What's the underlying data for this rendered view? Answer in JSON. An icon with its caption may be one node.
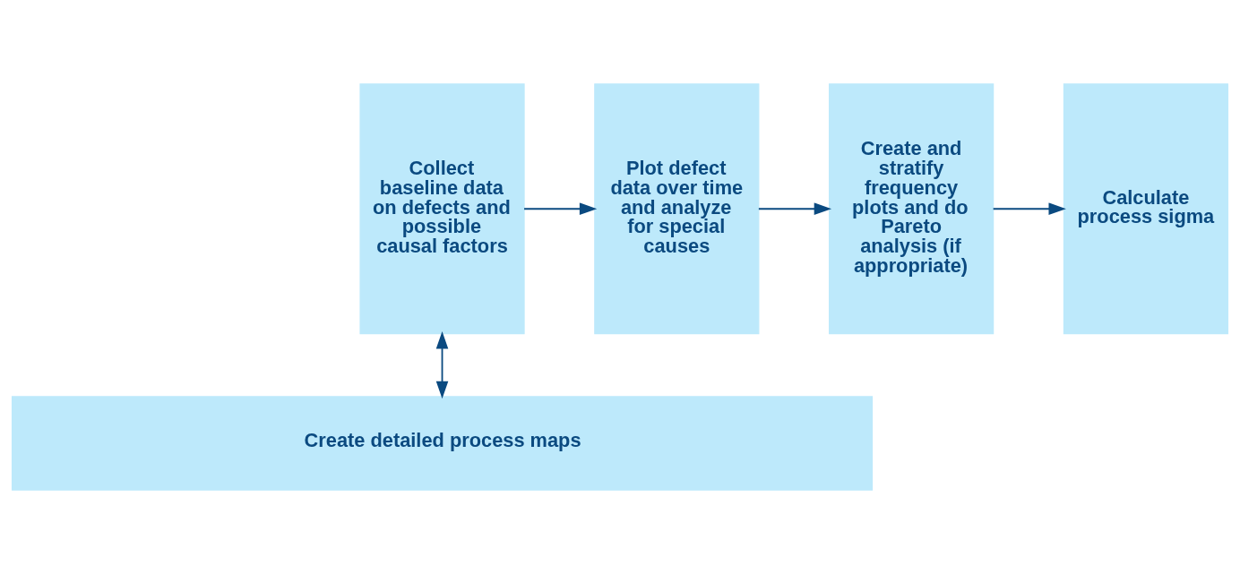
{
  "diagram": {
    "nodes": [
      {
        "text": [
          "Collect baseline data on defects and possible causal factors"
        ]
      },
      {
        "text": [
          "Plot defect data over time and analyze for special causes"
        ]
      },
      {
        "text": [
          "Create and stratify frequency plots and do Pareto analysis (if appropriate)"
        ]
      },
      {
        "text": [
          "Calculate process sigma"
        ]
      },
      {
        "text": [
          "Create detailed process maps"
        ]
      }
    ],
    "edges": [
      {
        "from": 0,
        "to": 1,
        "arrow": "to"
      },
      {
        "from": 1,
        "to": 2,
        "arrow": "to"
      },
      {
        "from": 2,
        "to": 3,
        "arrow": "to"
      },
      {
        "from": 0,
        "to": 4,
        "arrow": "both"
      }
    ]
  }
}
